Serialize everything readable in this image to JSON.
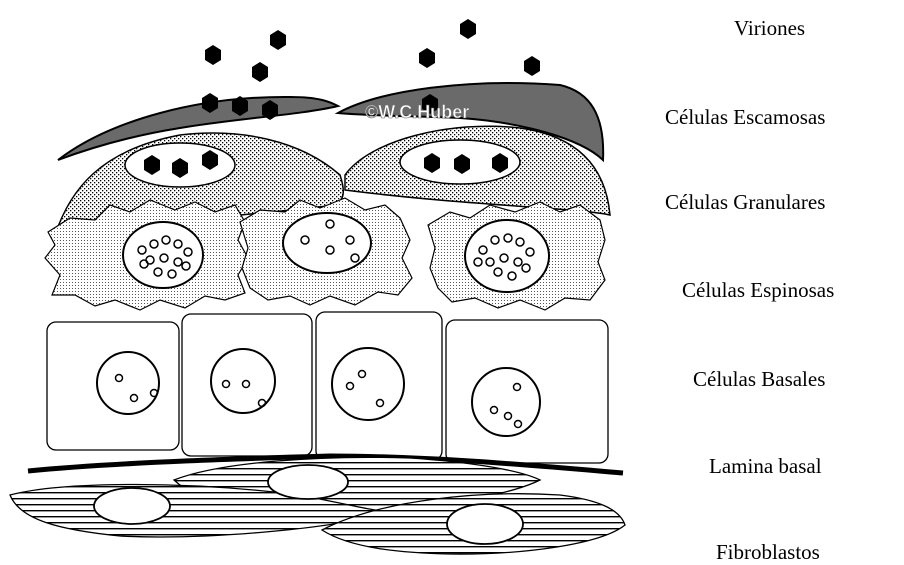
{
  "layers": {
    "virions": "Viriones",
    "squamous": "Células Escamosas",
    "granular": "Células Granulares",
    "spinous": "Células Espinosas",
    "basal": "Células Basales",
    "basal_lamina": "Lamina basal",
    "fibroblasts": "Fibroblastos"
  },
  "watermark": "©W.C.Huber",
  "colors": {
    "ink": "#000000",
    "squamous_fill": "#6a6a6a",
    "background": "#ffffff"
  }
}
